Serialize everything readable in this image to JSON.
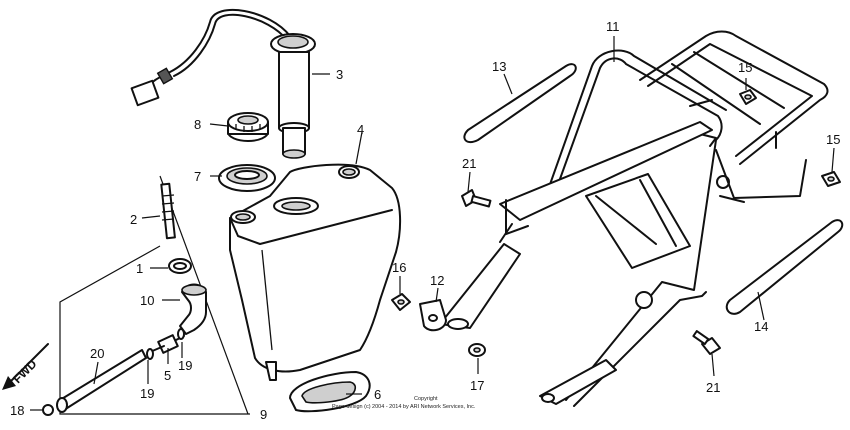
{
  "diagram": {
    "direction_label": "FWD",
    "copyright_line1": "Copyright",
    "copyright_line2": "Page design (c) 2004 - 2014 by ARI Network Services, Inc.",
    "callouts": [
      "1",
      "2",
      "3",
      "4",
      "5",
      "6",
      "7",
      "8",
      "9",
      "10",
      "11",
      "12",
      "13",
      "14",
      "15",
      "15",
      "16",
      "17",
      "18",
      "19",
      "19",
      "20",
      "21",
      "21"
    ]
  }
}
